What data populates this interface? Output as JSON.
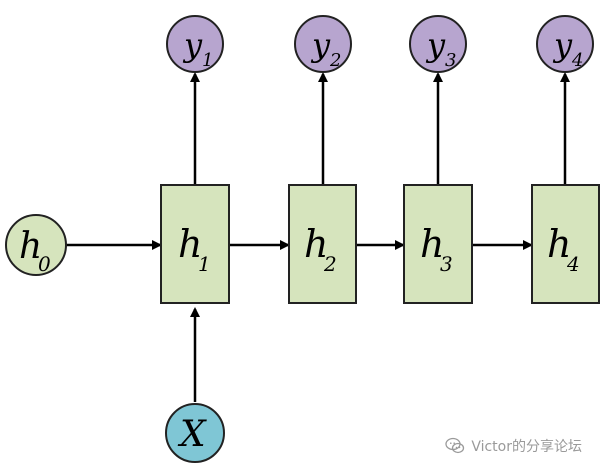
{
  "colors": {
    "output_fill": "#b7a5cf",
    "hidden_fill": "#d6e4bd",
    "initial_fill": "#d6e4bd",
    "input_fill": "#7fc6d5",
    "stroke": "#222222",
    "arrow": "#000000"
  },
  "diagram": {
    "outputs": [
      {
        "base": "y",
        "sub": "1"
      },
      {
        "base": "y",
        "sub": "2"
      },
      {
        "base": "y",
        "sub": "3"
      },
      {
        "base": "y",
        "sub": "4"
      }
    ],
    "hidden": [
      {
        "base": "h",
        "sub": "1"
      },
      {
        "base": "h",
        "sub": "2"
      },
      {
        "base": "h",
        "sub": "3"
      },
      {
        "base": "h",
        "sub": "4"
      }
    ],
    "initial": {
      "base": "h",
      "sub": "0"
    },
    "input": {
      "base": "X",
      "sub": ""
    }
  },
  "watermark": {
    "icon": "wechat-icon",
    "text": "Victor的分享论坛"
  }
}
